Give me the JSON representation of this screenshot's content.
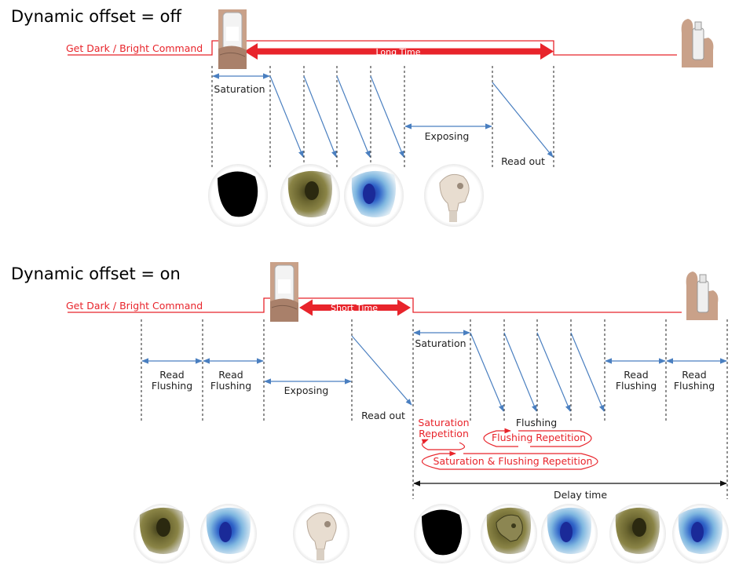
{
  "top": {
    "title": "Dynamic offset = off",
    "command_label": "Get Dark / Bright Command",
    "long_time_label": "Long Time",
    "saturation_label": "Saturation",
    "exposing_label": "Exposing",
    "readout_label": "Read out",
    "thumbnails": [
      "black",
      "olive",
      "blue",
      "skull"
    ]
  },
  "bottom": {
    "title": "Dynamic offset = on",
    "command_label": "Get Dark / Bright Command",
    "short_time_label": "Short Time",
    "read_flushing_line1": "Read",
    "read_flushing_line2": "Flushing",
    "exposing_label": "Exposing",
    "readout_label": "Read out",
    "saturation_label": "Saturation",
    "flushing_label": "Flushing",
    "saturation_rep_line1": "Saturation",
    "saturation_rep_line2": "Repetition",
    "flushing_rep_label": "Flushing Repetition",
    "sat_flush_rep_label": "Saturation & Flushing Repetition",
    "delay_label": "Delay time",
    "thumbnails": [
      "olive",
      "blue",
      "skull",
      "black",
      "olive-skull",
      "blue",
      "olive",
      "blue"
    ]
  },
  "colors": {
    "command_red": "#e8242b",
    "arrow_blue": "#4a7fc0",
    "dashed": "#222222",
    "thumb_olive": "#6b6630",
    "thumb_blue": "#2f63c8"
  }
}
